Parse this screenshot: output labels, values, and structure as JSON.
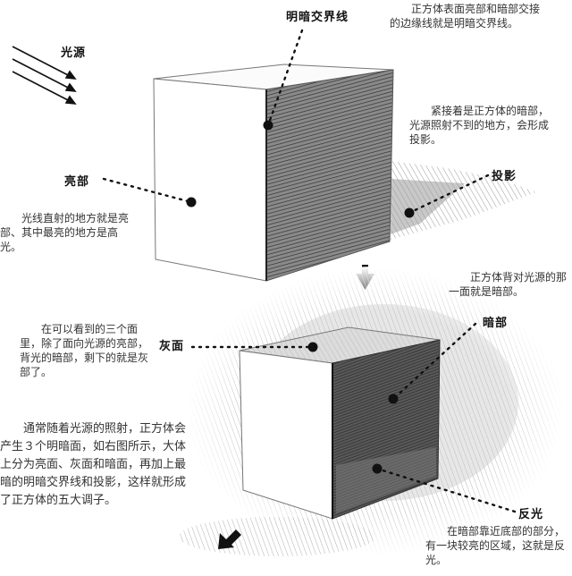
{
  "labels": {
    "light_source": "光源",
    "terminator": "明暗交界线",
    "highlight": "亮部",
    "cast_shadow": "投影",
    "gray_face": "灰面",
    "dark_face": "暗部",
    "reflected_light": "反光"
  },
  "notes": {
    "terminator": "正方体表面亮部和暗部交接的边缘线就是明暗交界线。",
    "cast_shadow": "紧接着是正方体的暗部，光源照射不到的地方，会形成投影。",
    "highlight": "光线直射的地方就是亮部、其中最亮的地方是高光。",
    "dark_face": "正方体背对光源的那一面就是暗部。",
    "gray_face": "在可以看到的三个面里，除了面向光源的亮部，背光的暗部，剩下的就是灰部了。",
    "summary": "通常随着光源的照射，正方体会产生３个明暗面，如右图所示，大体上分为亮面、灰面和暗面，再加上最暗的明暗交界线和投影，这样就形成了正方体的五大调子。",
    "reflected_light": "在暗部靠近底部的部分，有一块较亮的区域，这就是反光。"
  },
  "icons": {
    "light_arrows": "light-rays-icon",
    "down_arrow": "arrow-down-icon",
    "diag_arrow": "arrow-down-left-icon"
  },
  "colors": {
    "ink": "#111111",
    "text": "#333333",
    "pencil": "#555555"
  }
}
